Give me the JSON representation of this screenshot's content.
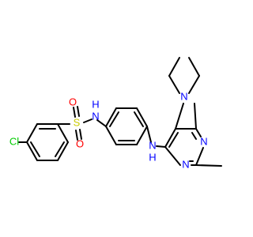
{
  "colors": {
    "bond": "#000000",
    "carbon": "#000000",
    "nitrogen": "#0000ff",
    "oxygen": "#ff0000",
    "sulfur": "#cccc00",
    "chlorine": "#00cc00",
    "background": "#ffffff"
  },
  "atoms": {
    "cl": "Cl",
    "s": "S",
    "o_top": "O",
    "o_bottom": "O",
    "nh_sulfonamide": "N",
    "h_sulfonamide": "H",
    "nh_amine": "N",
    "h_amine": "H",
    "n_ring_1": "N",
    "n_ring_2": "N",
    "n_diethyl": "N"
  }
}
